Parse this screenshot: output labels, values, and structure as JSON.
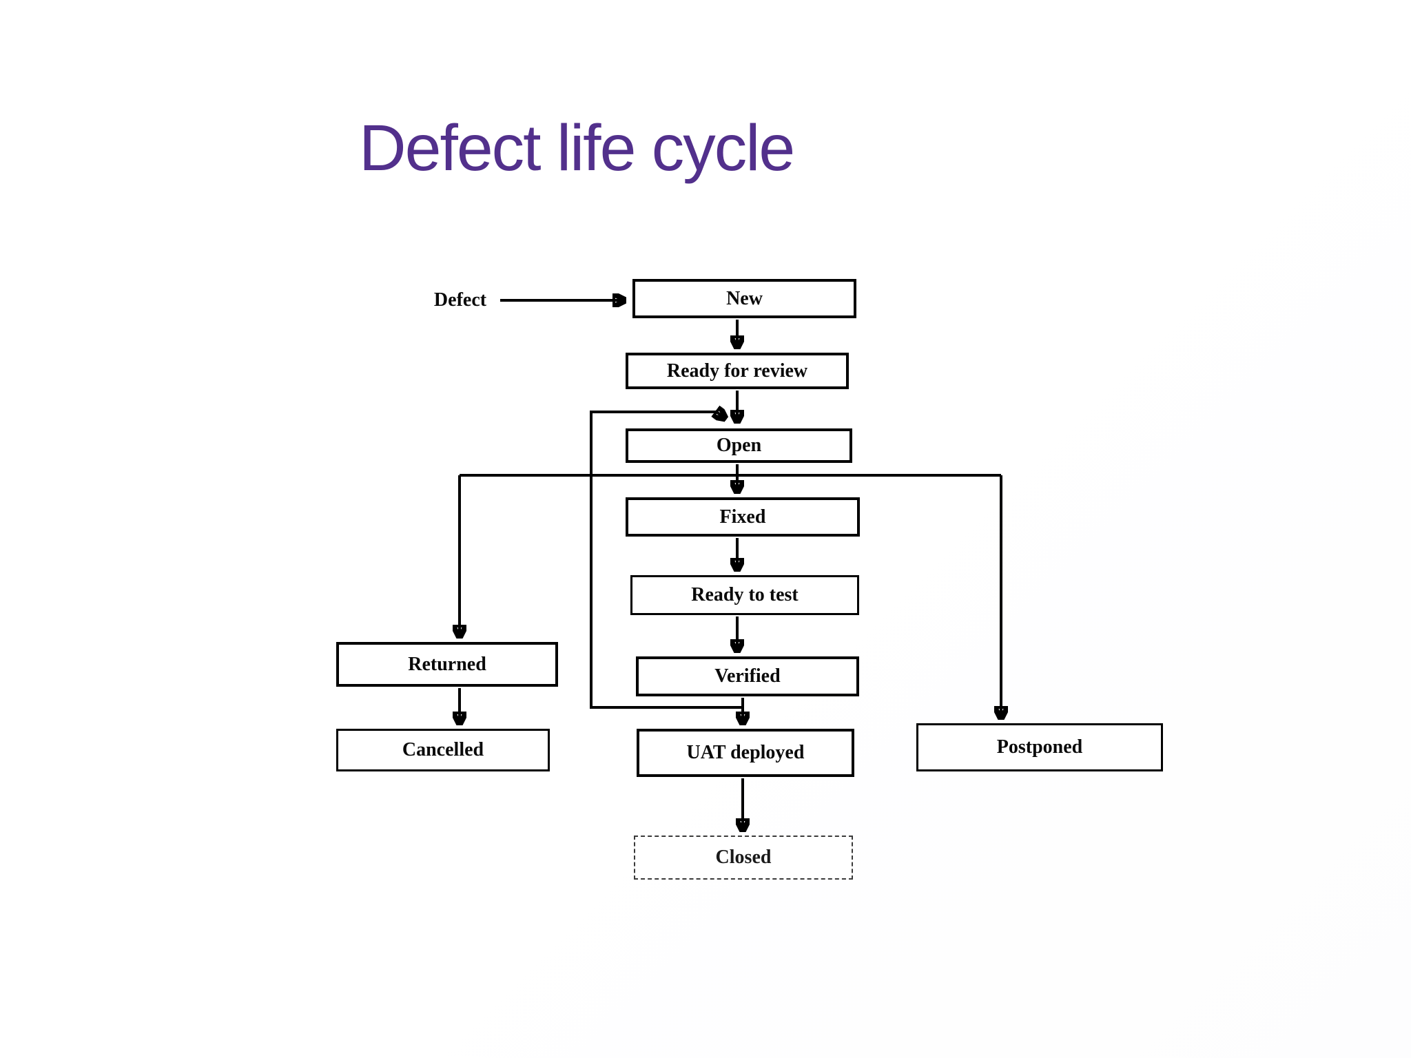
{
  "slide": {
    "title": "Defect life cycle",
    "title_color": "#52308c",
    "background_color": "#ffffff"
  },
  "diagram": {
    "source_label": "Defect",
    "line_color": "#000000",
    "nodes": {
      "new": {
        "label": "New"
      },
      "ready_for_review": {
        "label": "Ready for review"
      },
      "open": {
        "label": "Open"
      },
      "fixed": {
        "label": "Fixed"
      },
      "ready_to_test": {
        "label": "Ready to test"
      },
      "verified": {
        "label": "Verified"
      },
      "uat_deployed": {
        "label": "UAT deployed"
      },
      "closed": {
        "label": "Closed"
      },
      "returned": {
        "label": "Returned"
      },
      "cancelled": {
        "label": "Cancelled"
      },
      "postponed": {
        "label": "Postponed"
      }
    },
    "edges": [
      {
        "from": "Defect",
        "to": "New"
      },
      {
        "from": "New",
        "to": "Ready for review"
      },
      {
        "from": "Ready for review",
        "to": "Open"
      },
      {
        "from": "Open",
        "to": "Fixed"
      },
      {
        "from": "Open",
        "to": "Returned"
      },
      {
        "from": "Open",
        "to": "Postponed"
      },
      {
        "from": "Fixed",
        "to": "Ready to test"
      },
      {
        "from": "Ready to test",
        "to": "Verified"
      },
      {
        "from": "Verified",
        "to": "UAT deployed"
      },
      {
        "from": "Verified",
        "to": "Open"
      },
      {
        "from": "UAT deployed",
        "to": "Closed"
      },
      {
        "from": "Returned",
        "to": "Cancelled"
      }
    ]
  }
}
